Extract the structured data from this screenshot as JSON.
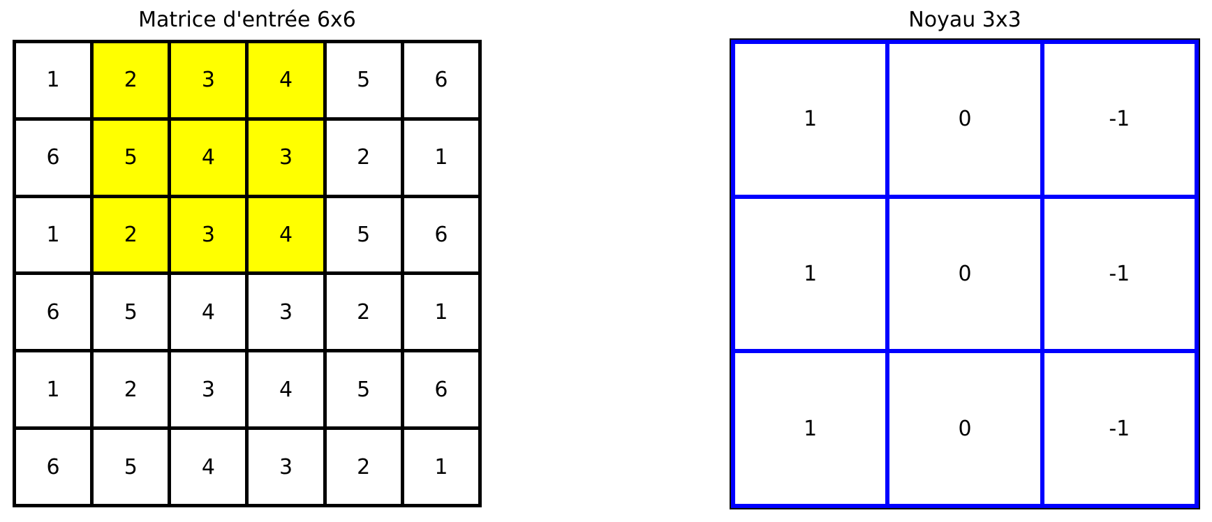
{
  "figure": {
    "background_color": "#ffffff",
    "text_color": "#000000"
  },
  "input_matrix": {
    "title": "Matrice d'entrée 6x6",
    "size": "6x6",
    "rows": [
      [
        1,
        2,
        3,
        4,
        5,
        6
      ],
      [
        6,
        5,
        4,
        3,
        2,
        1
      ],
      [
        1,
        2,
        3,
        4,
        5,
        6
      ],
      [
        6,
        5,
        4,
        3,
        2,
        1
      ],
      [
        1,
        2,
        3,
        4,
        5,
        6
      ],
      [
        6,
        5,
        4,
        3,
        2,
        1
      ]
    ],
    "border_color": "#000000",
    "highlight": {
      "color": "#ffff00",
      "row_start": 0,
      "row_end": 2,
      "col_start": 1,
      "col_end": 3,
      "description": "3x3 region currently covered by the kernel"
    }
  },
  "kernel": {
    "title": "Noyau 3x3",
    "size": "3x3",
    "rows": [
      [
        1,
        0,
        -1
      ],
      [
        1,
        0,
        -1
      ],
      [
        1,
        0,
        -1
      ]
    ],
    "border_color": "#0000ff",
    "frame_color": "#000000"
  }
}
